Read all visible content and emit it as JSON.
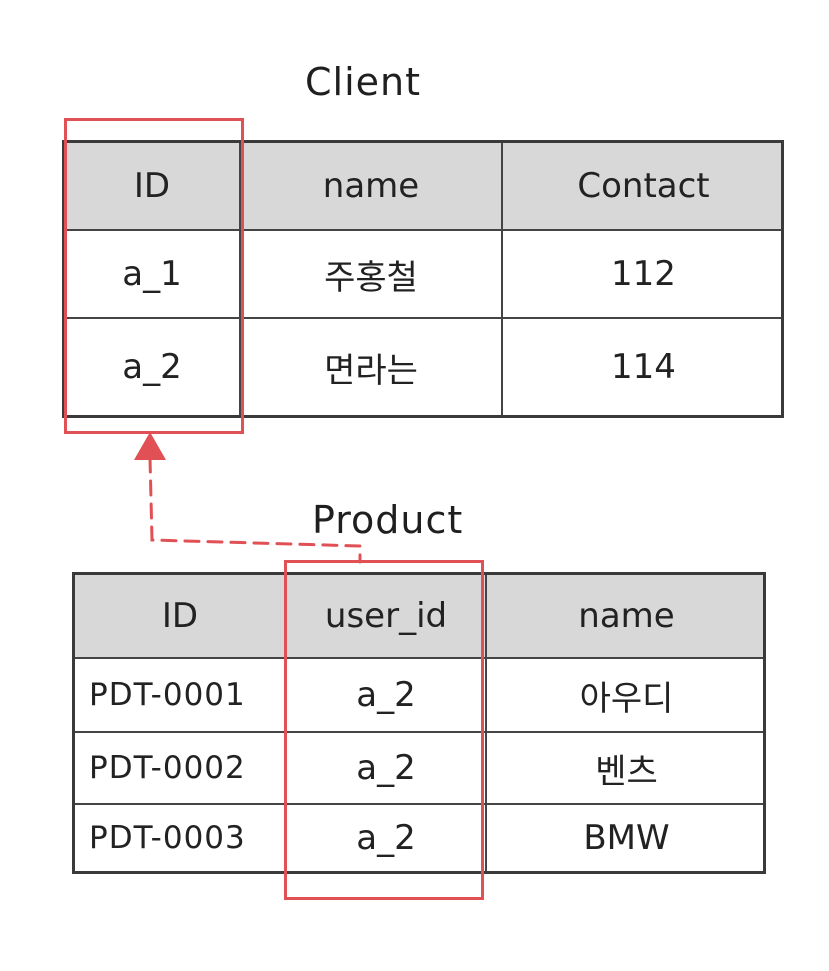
{
  "client": {
    "title": "Client",
    "headers": [
      "ID",
      "name",
      "Contact"
    ],
    "rows": [
      [
        "a_1",
        "주홍철",
        "112"
      ],
      [
        "a_2",
        "면라는",
        "114"
      ]
    ]
  },
  "product": {
    "title": "Product",
    "headers": [
      "ID",
      "user_id",
      "name"
    ],
    "rows": [
      [
        "PDT-0001",
        "a_2",
        "아우디"
      ],
      [
        "PDT-0002",
        "a_2",
        "벤츠"
      ],
      [
        "PDT-0003",
        "a_2",
        "BMW"
      ]
    ]
  },
  "colors": {
    "highlight": "#e05055",
    "header_fill": "#d8d8d8",
    "line": "#444444"
  }
}
